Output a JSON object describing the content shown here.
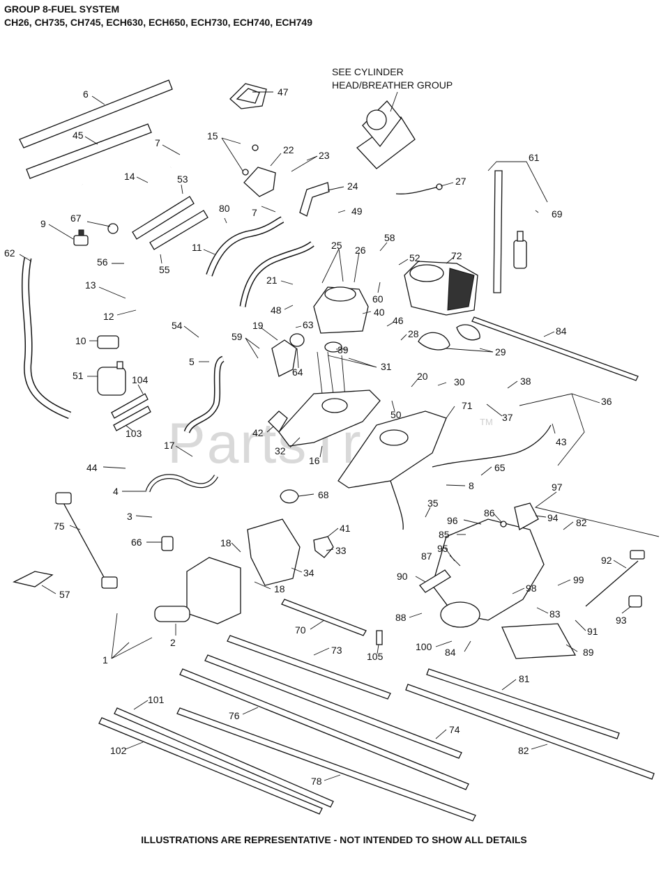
{
  "header": {
    "title_line1": "GROUP 8-FUEL SYSTEM",
    "title_line2": "CH26, CH735, CH745, ECH630,  ECH650,  ECH730, ECH740, ECH749"
  },
  "note": {
    "line1": "SEE CYLINDER",
    "line2": "HEAD/BREATHER GROUP"
  },
  "watermark": {
    "text": "PartsTree",
    "tm": "TM"
  },
  "footer": {
    "text": "ILLUSTRATIONS ARE REPRESENTATIVE - NOT INTENDED TO SHOW ALL DETAILS"
  },
  "callouts": {
    "c6": "6",
    "c47": "47",
    "c45": "45",
    "c15": "15",
    "c22": "22",
    "c23": "23",
    "c7a": "7",
    "c14": "14",
    "c53": "53",
    "c24": "24",
    "c27": "27",
    "c61": "61",
    "c69": "69",
    "c80": "80",
    "c7b": "7",
    "c49": "49",
    "c9": "9",
    "c67": "67",
    "c62": "62",
    "c11": "11",
    "c55": "55",
    "c25": "25",
    "c26": "26",
    "c58": "58",
    "c72": "72",
    "c52": "52",
    "c56": "56",
    "c21": "21",
    "c13": "13",
    "c60": "60",
    "c12": "12",
    "c48": "48",
    "c40": "40",
    "c46": "46",
    "c84": "84",
    "c54": "54",
    "c19": "19",
    "c63": "63",
    "c28": "28",
    "c59": "59",
    "c10": "10",
    "c39": "39",
    "c29": "29",
    "c5": "5",
    "c31": "31",
    "c64": "64",
    "c51": "51",
    "c104": "104",
    "c20": "20",
    "c30": "30",
    "c38": "38",
    "c36": "36",
    "c50": "50",
    "c71": "71",
    "c37": "37",
    "c42": "42",
    "c43": "43",
    "c103": "103",
    "c32": "32",
    "c17": "17",
    "c16": "16",
    "c65": "65",
    "c44": "44",
    "c8": "8",
    "c97": "97",
    "c4": "4",
    "c68": "68",
    "c35": "35",
    "c86": "86",
    "c94": "94",
    "c3": "3",
    "c96": "96",
    "c82a": "82",
    "c41": "41",
    "c75": "75",
    "c85": "85",
    "c66": "66",
    "c18a": "18",
    "c33": "33",
    "c95": "95",
    "c87": "87",
    "c92": "92",
    "c34": "34",
    "c99": "99",
    "c57": "57",
    "c90": "90",
    "c98": "98",
    "c18b": "18",
    "c83": "83",
    "c91": "91",
    "c93": "93",
    "c88": "88",
    "c70": "70",
    "c2": "2",
    "c100": "100",
    "c84b": "84",
    "c89": "89",
    "c73": "73",
    "c105": "105",
    "c1": "1",
    "c81": "81",
    "c101": "101",
    "c76": "76",
    "c74": "74",
    "c102": "102",
    "c82b": "82",
    "c78": "78"
  }
}
